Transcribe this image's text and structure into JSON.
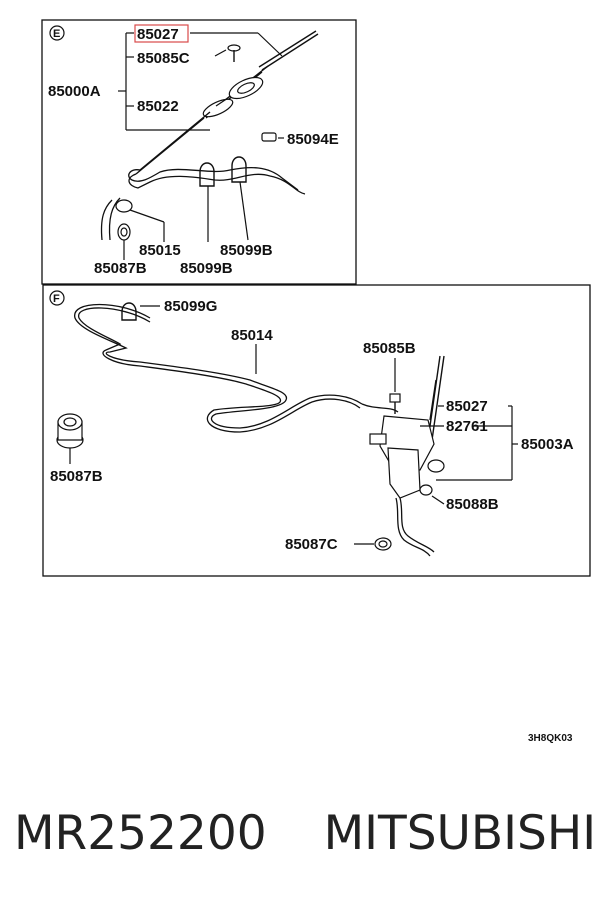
{
  "panels": [
    {
      "id": "E",
      "labels": [
        "85027",
        "85085C",
        "85000A",
        "85022",
        "85094E",
        "85015",
        "85099B",
        "85087B",
        "85099B"
      ]
    },
    {
      "id": "F",
      "labels": [
        "85099G",
        "85014",
        "85085B",
        "85027",
        "82761",
        "85003A",
        "85087B",
        "85088B",
        "85087C"
      ]
    }
  ],
  "highlighted_label": "85027",
  "diagram_code": "3H8QK03",
  "caption": {
    "part_number": "MR252200",
    "brand": "MITSUBISHI"
  },
  "colors": {
    "highlight": "#d94a4a",
    "ink": "#111111"
  }
}
